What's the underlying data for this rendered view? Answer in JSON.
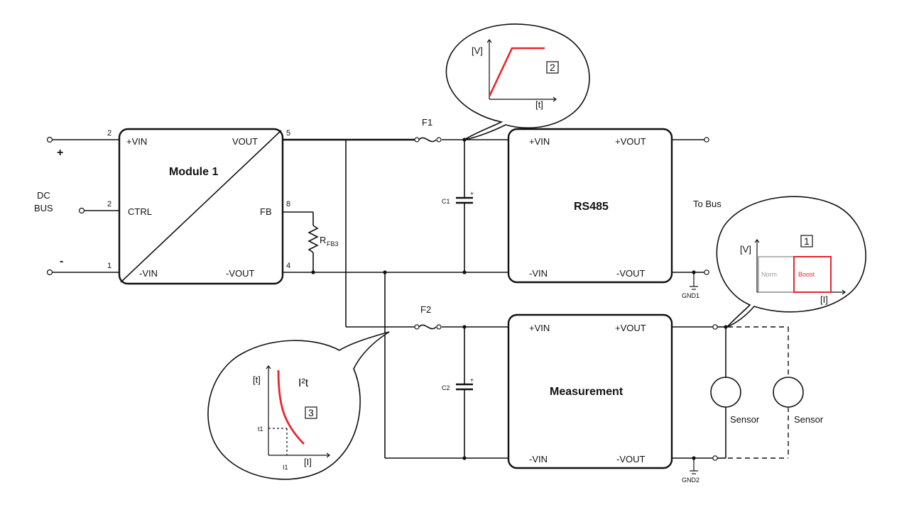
{
  "input": {
    "plus": "+",
    "minus": "-",
    "dc": "DC",
    "bus": "BUS",
    "pin_vin_plus": "2",
    "pin_ctrl": "2",
    "pin_vin_minus": "1"
  },
  "module1": {
    "title": "Module 1",
    "vin_plus": "+VIN",
    "ctrl": "CTRL",
    "vin_minus": "-VIN",
    "vout": "VOUT",
    "fb": "FB",
    "vout_minus": "-VOUT",
    "pin_vout": "5",
    "pin_fb": "8",
    "pin_vout_minus": "4"
  },
  "resistor": {
    "label": "R",
    "sub": "FB3"
  },
  "fuse1": {
    "label": "F1"
  },
  "fuse2": {
    "label": "F2"
  },
  "c1": {
    "label": "C1",
    "pol": "+"
  },
  "c2": {
    "label": "C2",
    "pol": "+"
  },
  "rs485": {
    "title": "RS485",
    "vin_plus": "+VIN",
    "vout_plus": "+VOUT",
    "vin_minus": "-VIN",
    "vout_minus": "-VOUT"
  },
  "to_bus": "To Bus",
  "gnd1": "GND1",
  "gnd2": "GND2",
  "measurement": {
    "title": "Measurement",
    "vin_plus": "+VIN",
    "vout_plus": "+VOUT",
    "vin_minus": "-VIN",
    "vout_minus": "-VOUT"
  },
  "sensors": [
    "Sensor",
    "Sensor"
  ],
  "bubble1": {
    "y": "[V]",
    "x": "[I]",
    "num": "1",
    "norm": "Norm",
    "boost": "Boost",
    "norm_color": "#9a9a9a",
    "boost_color": "#e8262b"
  },
  "bubble2": {
    "y": "[V]",
    "x": "[t]",
    "num": "2",
    "curve_color": "#e8262b"
  },
  "bubble3": {
    "y": "[t]",
    "x": "[I]",
    "num": "3",
    "formula": "I²t",
    "t1": "t1",
    "i1": "I1",
    "curve_color": "#e8262b"
  }
}
